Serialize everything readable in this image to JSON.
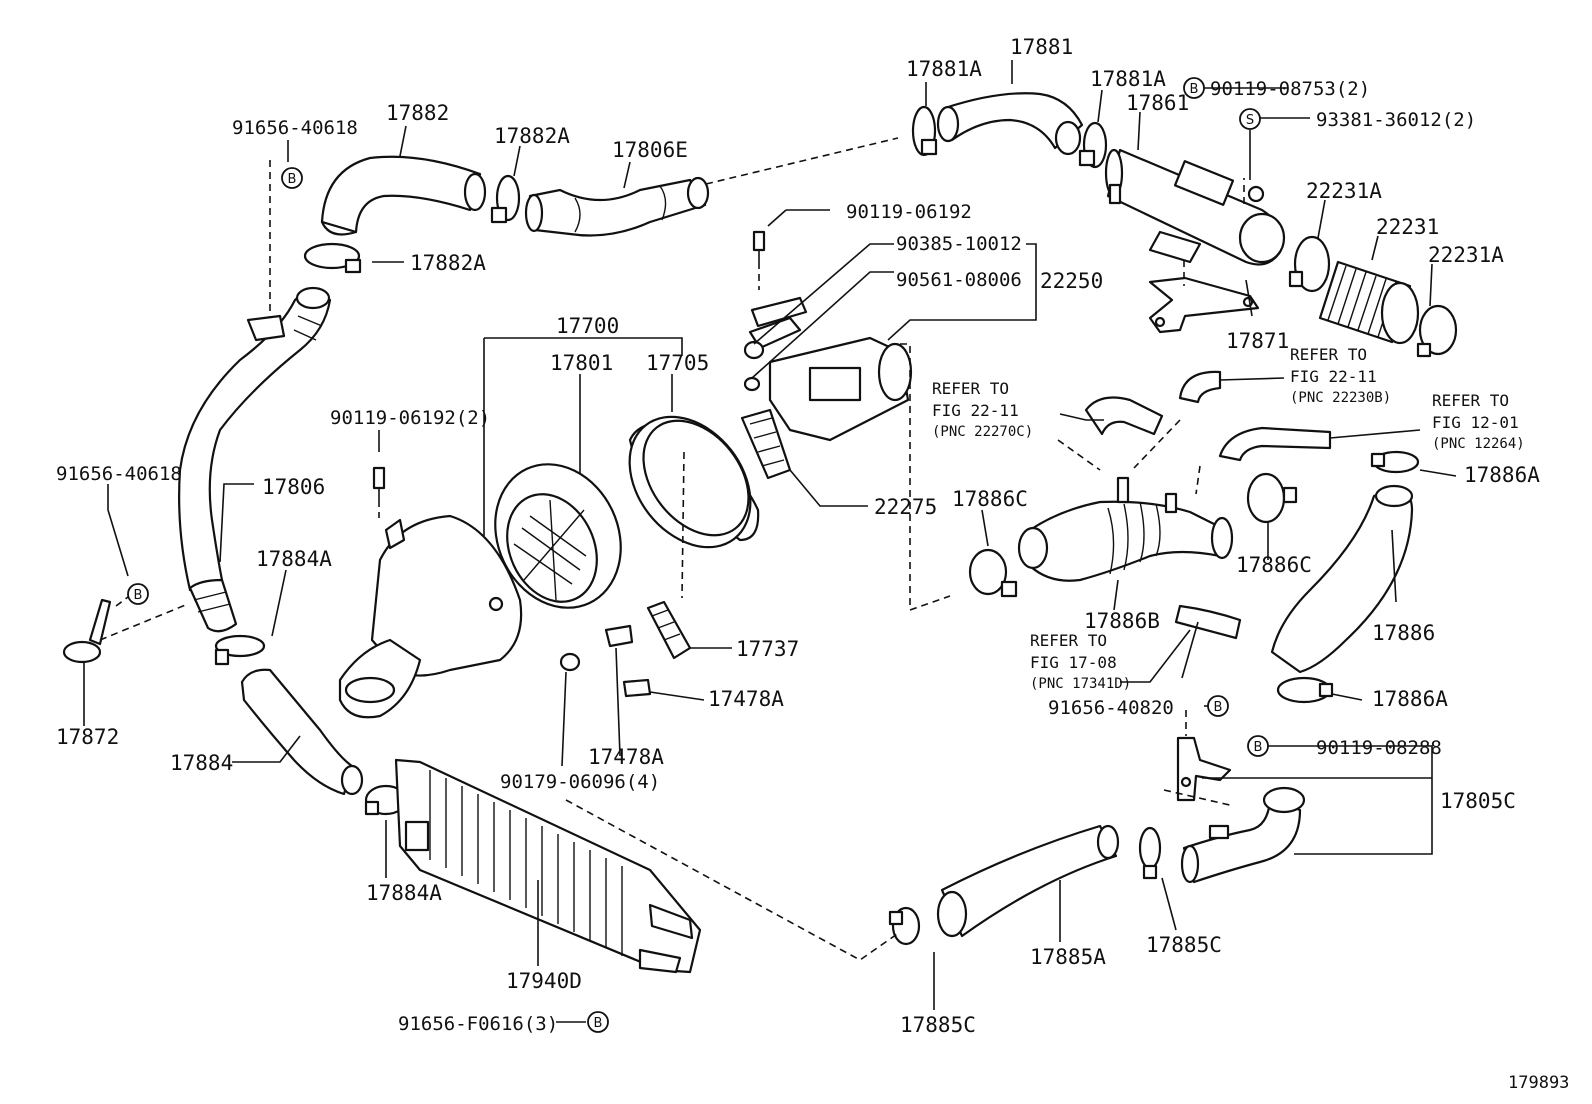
{
  "figure_id": "179893",
  "callouts": {
    "p17881A": "17881A",
    "p17881": "17881",
    "p17881A_b": "17881A",
    "p17861": "17861",
    "b_90119_08753": "90119-08753(2)",
    "s_93381_36012": "93381-36012(2)",
    "p91656_40618_top": "91656-40618",
    "p17882": "17882",
    "p17882A_top": "17882A",
    "p17806E": "17806E",
    "p17882A_low": "17882A",
    "p90119_06192": "90119-06192",
    "p90385_10012": "90385-10012",
    "p90561_08006": "90561-08006",
    "p22250": "22250",
    "p22231A_l": "22231A",
    "p22231": "22231",
    "p22231A_r": "22231A",
    "p17871": "17871",
    "p17700": "17700",
    "p17801": "17801",
    "p17705": "17705",
    "p90119_06192_2": "90119-06192(2)",
    "p91656_40618_left": "91656-40618",
    "p17806": "17806",
    "p22275": "22275",
    "p17886A_top": "17886A",
    "p17886C_l": "17886C",
    "p17886C_r": "17886C",
    "p17884A_top": "17884A",
    "p17737": "17737",
    "p17478A_r": "17478A",
    "p17478A_b": "17478A",
    "p90179_06096": "90179-06096(4)",
    "p17872": "17872",
    "p17884": "17884",
    "p17886B": "17886B",
    "p17886": "17886",
    "p91656_40820": "91656-40820",
    "p17886A_low": "17886A",
    "p90119_08288": "90119-08288",
    "p17805C": "17805C",
    "p17884A_low": "17884A",
    "p17940D": "17940D",
    "p91656_F0616": "91656-F0616(3)",
    "p17885A": "17885A",
    "p17885C_r": "17885C",
    "p17885C_b": "17885C"
  },
  "references": {
    "ref_22_11_left": {
      "line1": "REFER TO",
      "line2": "FIG 22-11",
      "line3": "(PNC 22270C)"
    },
    "ref_22_11_right": {
      "line1": "REFER TO",
      "line2": "FIG 22-11",
      "line3": "(PNC 22230B)"
    },
    "ref_12_01": {
      "line1": "REFER TO",
      "line2": "FIG 12-01",
      "line3": "(PNC 12264)"
    },
    "ref_17_08": {
      "line1": "REFER TO",
      "line2": "FIG 17-08",
      "line3": "(PNC 17341D)"
    }
  },
  "symbols": {
    "bolt": "B",
    "stud": "S"
  }
}
